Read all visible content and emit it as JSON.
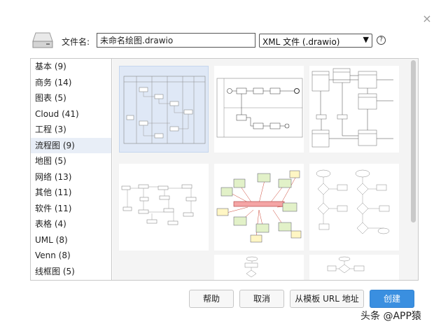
{
  "dialog": {
    "close_glyph": "×",
    "filename_label": "文件名:",
    "filename_value": "未命名绘图.drawio",
    "format_selected": "XML 文件 (.drawio)",
    "help_glyph": "?"
  },
  "categories": [
    {
      "label": "基本 (9)"
    },
    {
      "label": "商务 (14)"
    },
    {
      "label": "图表 (5)"
    },
    {
      "label": "Cloud (41)"
    },
    {
      "label": "工程 (3)"
    },
    {
      "label": "流程图 (9)",
      "active": true
    },
    {
      "label": "地图 (5)"
    },
    {
      "label": "网络 (13)"
    },
    {
      "label": "其他 (11)"
    },
    {
      "label": "软件 (11)"
    },
    {
      "label": "表格 (4)"
    },
    {
      "label": "UML (8)"
    },
    {
      "label": "Venn (8)"
    },
    {
      "label": "线框图 (5)"
    }
  ],
  "buttons": {
    "help": "帮助",
    "cancel": "取消",
    "from_url": "从模板 URL 地址",
    "create": "创建"
  },
  "watermark": "头条 @APP猿",
  "colors": {
    "accent": "#3a8fe0",
    "selected_bg": "#dfe8f6"
  }
}
